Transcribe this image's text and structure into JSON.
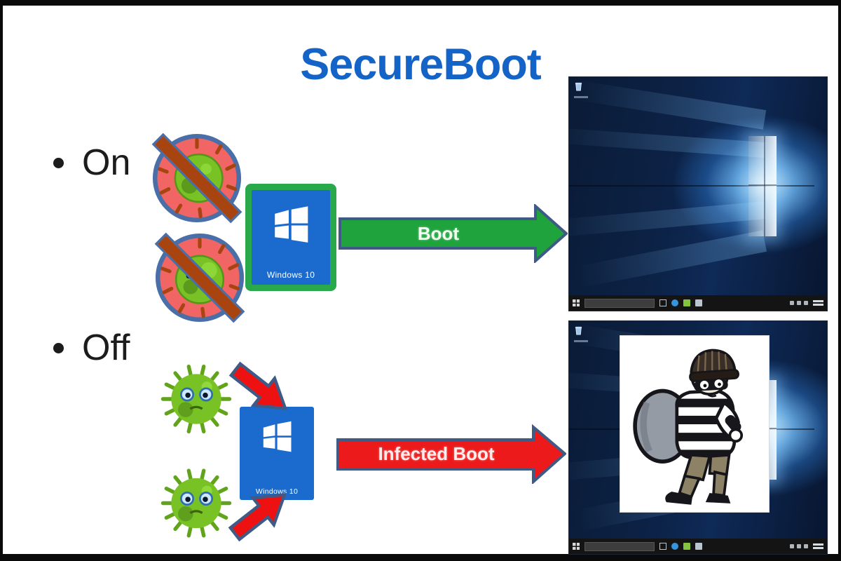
{
  "slide": {
    "title": "SecureBoot",
    "colors": {
      "title_blue": "#1464c8",
      "windows_blue": "#1a6bcd",
      "tile_green": "#29a94c",
      "boot_green": "#1fa33d",
      "infected_red": "#ec1a1a",
      "diag_red": "#ee1111",
      "arrow_navy": "#3e5a85",
      "virus_green": "#78c226",
      "blocked_pink": "#f16664",
      "blocked_ring": "#4a6fa8",
      "blocked_slash": "#a84410",
      "text_black": "#1c1c1c"
    },
    "on_section": {
      "bullet": "On",
      "windows_tile_label": "Windows 10",
      "arrow_label": "Boot"
    },
    "off_section": {
      "bullet": "Off",
      "windows_tile_label": "Windows 10",
      "arrow_label": "Infected Boot"
    },
    "icons": {
      "blocked_virus": "blocked-virus-icon",
      "virus": "virus-icon",
      "windows_flag": "windows-flag-icon",
      "recycle_bin": "recycle-bin-icon",
      "burglar": "burglar-illustration"
    }
  }
}
